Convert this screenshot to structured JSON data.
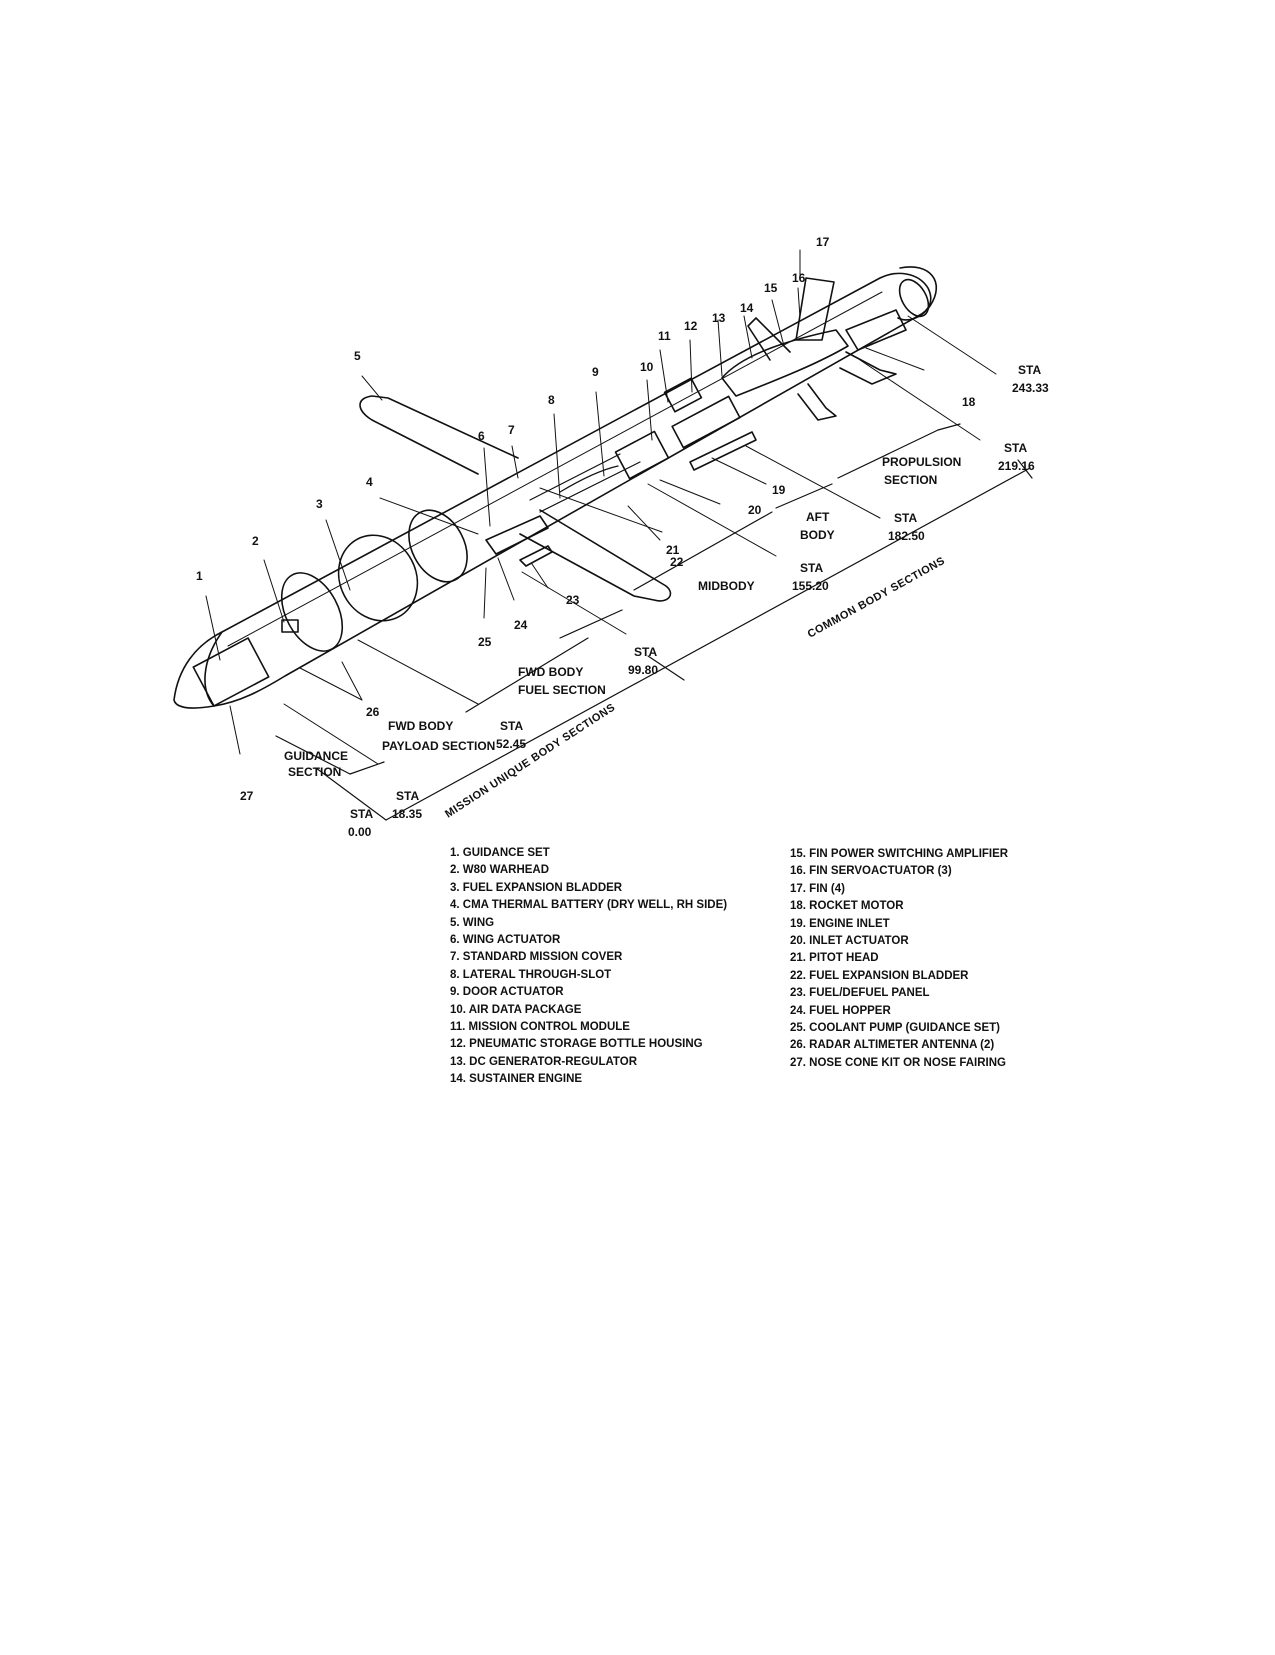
{
  "parts": [
    {
      "num": "1",
      "name": "1. GUIDANCE SET"
    },
    {
      "num": "2",
      "name": "2. W80 WARHEAD"
    },
    {
      "num": "3",
      "name": "3. FUEL EXPANSION BLADDER"
    },
    {
      "num": "4",
      "name": "4. CMA THERMAL BATTERY (DRY WELL, RH SIDE)"
    },
    {
      "num": "5",
      "name": "5. WING"
    },
    {
      "num": "6",
      "name": "6. WING ACTUATOR"
    },
    {
      "num": "7",
      "name": "7. STANDARD MISSION COVER"
    },
    {
      "num": "8",
      "name": "8. LATERAL THROUGH-SLOT"
    },
    {
      "num": "9",
      "name": "9. DOOR ACTUATOR"
    },
    {
      "num": "10",
      "name": "10. AIR DATA PACKAGE"
    },
    {
      "num": "11",
      "name": "11. MISSION CONTROL MODULE"
    },
    {
      "num": "12",
      "name": "12. PNEUMATIC STORAGE BOTTLE HOUSING"
    },
    {
      "num": "13",
      "name": "13. DC GENERATOR-REGULATOR"
    },
    {
      "num": "14",
      "name": "14. SUSTAINER ENGINE"
    },
    {
      "num": "15",
      "name": "15. FIN POWER SWITCHING AMPLIFIER"
    },
    {
      "num": "16",
      "name": "16. FIN SERVOACTUATOR (3)"
    },
    {
      "num": "17",
      "name": "17. FIN (4)"
    },
    {
      "num": "18",
      "name": "18. ROCKET MOTOR"
    },
    {
      "num": "19",
      "name": "19. ENGINE INLET"
    },
    {
      "num": "20",
      "name": "20. INLET ACTUATOR"
    },
    {
      "num": "21",
      "name": "21. PITOT HEAD"
    },
    {
      "num": "22",
      "name": "22. FUEL EXPANSION BLADDER"
    },
    {
      "num": "23",
      "name": "23. FUEL/DEFUEL PANEL"
    },
    {
      "num": "24",
      "name": "24. FUEL HOPPER"
    },
    {
      "num": "25",
      "name": "25. COOLANT PUMP (GUIDANCE SET)"
    },
    {
      "num": "26",
      "name": "26. RADAR ALTIMETER ANTENNA (2)"
    },
    {
      "num": "27",
      "name": "27. NOSE CONE KIT OR NOSE FAIRING"
    }
  ],
  "sections": {
    "guidance": [
      "GUIDANCE",
      "SECTION"
    ],
    "fwd_payload": [
      "FWD BODY",
      "PAYLOAD SECTION"
    ],
    "fwd_fuel": [
      "FWD BODY",
      "FUEL SECTION"
    ],
    "midbody": "MIDBODY",
    "aft_body": [
      "AFT",
      "BODY"
    ],
    "propulsion": [
      "PROPULSION",
      "SECTION"
    ],
    "mission_unique": "MISSION UNIQUE BODY SECTIONS",
    "common": "COMMON BODY SECTIONS"
  },
  "stations": [
    {
      "label": "STA",
      "value": "0.00"
    },
    {
      "label": "STA",
      "value": "18.35"
    },
    {
      "label": "STA",
      "value": "52.45"
    },
    {
      "label": "STA",
      "value": "99.80"
    },
    {
      "label": "STA",
      "value": "155.20"
    },
    {
      "label": "STA",
      "value": "182.50"
    },
    {
      "label": "STA",
      "value": "219.16"
    },
    {
      "label": "STA",
      "value": "243.33"
    }
  ]
}
